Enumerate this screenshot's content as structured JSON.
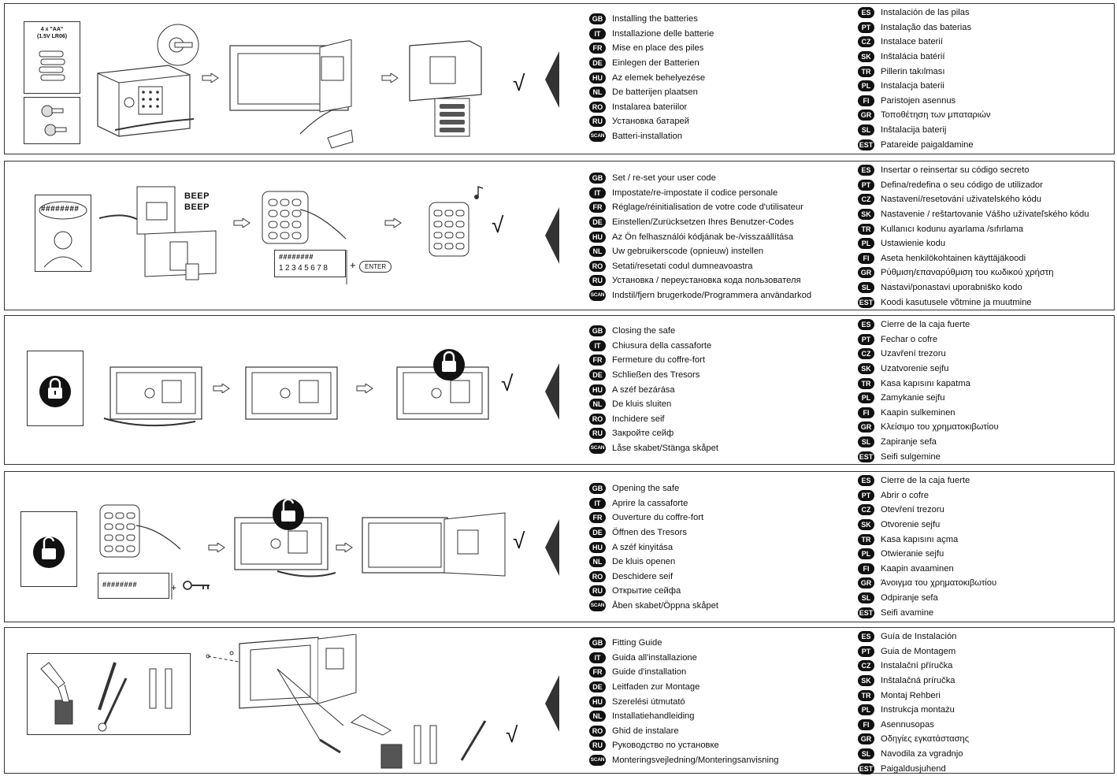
{
  "sections": [
    {
      "left": [
        {
          "code": "GB",
          "text": "Installing the batteries"
        },
        {
          "code": "IT",
          "text": "Installazione delle batterie"
        },
        {
          "code": "FR",
          "text": "Mise en place des piles"
        },
        {
          "code": "DE",
          "text": "Einlegen der Batterien"
        },
        {
          "code": "HU",
          "text": "Az elemek behelyezése"
        },
        {
          "code": "NL",
          "text": "De batterijen plaatsen"
        },
        {
          "code": "RO",
          "text": "Instalarea bateriilor"
        },
        {
          "code": "RU",
          "text": "Установка батарей"
        },
        {
          "code": "SCAN",
          "text": "Batteri-installation"
        }
      ],
      "right": [
        {
          "code": "ES",
          "text": "Instalación de las pilas"
        },
        {
          "code": "PT",
          "text": "Instalação das baterias"
        },
        {
          "code": "CZ",
          "text": "Instalace baterií"
        },
        {
          "code": "SK",
          "text": "Inštalácia batérií"
        },
        {
          "code": "TR",
          "text": "Pillerin takılması"
        },
        {
          "code": "PL",
          "text": "Instalacja baterii"
        },
        {
          "code": "FI",
          "text": "Paristojen asennus"
        },
        {
          "code": "GR",
          "text": "Τοποθέτηση των μπαταριών"
        },
        {
          "code": "SL",
          "text": "Inštalacija baterij"
        },
        {
          "code": "EST",
          "text": "Patareide paigaldamine"
        }
      ]
    },
    {
      "left": [
        {
          "code": "GB",
          "text": "Set / re-set your user code"
        },
        {
          "code": "IT",
          "text": "Impostate/re-impostate il codice personale"
        },
        {
          "code": "FR",
          "text": "Réglage/réinitialisation de votre code d'utilisateur"
        },
        {
          "code": "DE",
          "text": "Einstellen/Zurücksetzen Ihres Benutzer-Codes"
        },
        {
          "code": "HU",
          "text": "Az Ön felhasználói kódjának be-/visszaállítása"
        },
        {
          "code": "NL",
          "text": "Uw gebruikerscode (opnieuw) instellen"
        },
        {
          "code": "RO",
          "text": "Setati/resetati codul dumneavoastra"
        },
        {
          "code": "RU",
          "text": "Установка / переустановка кода пользователя"
        },
        {
          "code": "SCAN",
          "text": "Indstil/fjern brugerkode/Programmera användarkod"
        }
      ],
      "right": [
        {
          "code": "ES",
          "text": "Insertar o reinsertar su código secreto"
        },
        {
          "code": "PT",
          "text": "Defina/redefina o seu código de utilizador"
        },
        {
          "code": "CZ",
          "text": "Nastavení/resetování uživatelského kódu"
        },
        {
          "code": "SK",
          "text": "Nastavenie / reštartovanie Vášho užívateľského kódu"
        },
        {
          "code": "TR",
          "text": "Kullanıcı kodunu ayarlama /sıfırlama"
        },
        {
          "code": "PL",
          "text": "Ustawienie kodu"
        },
        {
          "code": "FI",
          "text": "Aseta henkilökohtainen käyttäjäkoodi"
        },
        {
          "code": "GR",
          "text": "Ρύθμιση/επαναρύθμιση του κωδικού χρήστη"
        },
        {
          "code": "SL",
          "text": "Nastavi/ponastavi uporabniško kodo"
        },
        {
          "code": "EST",
          "text": "Koodi kasutusele võtmine ja muutmine"
        }
      ]
    },
    {
      "left": [
        {
          "code": "GB",
          "text": "Closing the safe"
        },
        {
          "code": "IT",
          "text": "Chiusura della cassaforte"
        },
        {
          "code": "FR",
          "text": "Fermeture du coffre-fort"
        },
        {
          "code": "DE",
          "text": "Schließen des Tresors"
        },
        {
          "code": "HU",
          "text": "A széf bezárása"
        },
        {
          "code": "NL",
          "text": "De kluis sluiten"
        },
        {
          "code": "RO",
          "text": "Inchidere seif"
        },
        {
          "code": "RU",
          "text": "Закройте сейф"
        },
        {
          "code": "SCAN",
          "text": "Låse skabet/Stänga skåpet"
        }
      ],
      "right": [
        {
          "code": "ES",
          "text": "Cierre de la caja fuerte"
        },
        {
          "code": "PT",
          "text": "Fechar o cofre"
        },
        {
          "code": "CZ",
          "text": "Uzavření trezoru"
        },
        {
          "code": "SK",
          "text": "Uzatvorenie sejfu"
        },
        {
          "code": "TR",
          "text": "Kasa kapısını kapatma"
        },
        {
          "code": "PL",
          "text": "Zamykanie sejfu"
        },
        {
          "code": "FI",
          "text": "Kaapin sulkeminen"
        },
        {
          "code": "GR",
          "text": "Κλείσιμο του χρηματοκιβωτίου"
        },
        {
          "code": "SL",
          "text": "Zapiranje sefa"
        },
        {
          "code": "EST",
          "text": "Seifi sulgemine"
        }
      ]
    },
    {
      "left": [
        {
          "code": "GB",
          "text": "Opening the safe"
        },
        {
          "code": "IT",
          "text": "Aprire la cassaforte"
        },
        {
          "code": "FR",
          "text": "Ouverture du coffre-fort"
        },
        {
          "code": "DE",
          "text": "Öffnen des Tresors"
        },
        {
          "code": "HU",
          "text": "A széf kinyitása"
        },
        {
          "code": "NL",
          "text": "De kluis openen"
        },
        {
          "code": "RO",
          "text": "Deschidere seif"
        },
        {
          "code": "RU",
          "text": "Открытие сейфа"
        },
        {
          "code": "SCAN",
          "text": "Åben skabet/Öppna skåpet"
        }
      ],
      "right": [
        {
          "code": "ES",
          "text": "Cierre de la caja fuerte"
        },
        {
          "code": "PT",
          "text": "Abrir o cofre"
        },
        {
          "code": "CZ",
          "text": "Otevření trezoru"
        },
        {
          "code": "SK",
          "text": "Otvorenie sejfu"
        },
        {
          "code": "TR",
          "text": "Kasa kapısını açma"
        },
        {
          "code": "PL",
          "text": "Otwieranie sejfu"
        },
        {
          "code": "FI",
          "text": "Kaapin avaaminen"
        },
        {
          "code": "GR",
          "text": "Άνοιγμα του χρηματοκιβωτίου"
        },
        {
          "code": "SL",
          "text": "Odpiranje sefa"
        },
        {
          "code": "EST",
          "text": "Seifi avamine"
        }
      ]
    },
    {
      "left": [
        {
          "code": "GB",
          "text": "Fitting Guide"
        },
        {
          "code": "IT",
          "text": "Guida all'installazione"
        },
        {
          "code": "FR",
          "text": "Guide d'installation"
        },
        {
          "code": "DE",
          "text": "Leitfaden zur Montage"
        },
        {
          "code": "HU",
          "text": "Szerelési útmutató"
        },
        {
          "code": "NL",
          "text": "Installatiehandleiding"
        },
        {
          "code": "RO",
          "text": "Ghid de instalare"
        },
        {
          "code": "RU",
          "text": "Руководство по установке"
        },
        {
          "code": "SCAN",
          "text": "Monteringsvejledning/Monteringsanvisning"
        }
      ],
      "right": [
        {
          "code": "ES",
          "text": "Guía de Instalación"
        },
        {
          "code": "PT",
          "text": "Guia de Montagem"
        },
        {
          "code": "CZ",
          "text": "Instalační příručka"
        },
        {
          "code": "SK",
          "text": "Inštalačná príručka"
        },
        {
          "code": "TR",
          "text": "Montaj Rehberi"
        },
        {
          "code": "PL",
          "text": "Instrukcja montażu"
        },
        {
          "code": "FI",
          "text": "Asennusopas"
        },
        {
          "code": "GR",
          "text": "Οδηγίες εγκατάστασης"
        },
        {
          "code": "SL",
          "text": "Navodila za vgradnjo"
        },
        {
          "code": "EST",
          "text": "Paigaldusjuhend"
        }
      ]
    }
  ],
  "illustration_text": {
    "battery_count": "4 x \"AA\"",
    "battery_type": "(1.5V LR06)",
    "beep1": "BEEP",
    "beep2": "BEEP",
    "code_hashes": "########",
    "code_digits": "12345678",
    "enter_label": "ENTER",
    "plus": "+",
    "checkmark": "√"
  }
}
